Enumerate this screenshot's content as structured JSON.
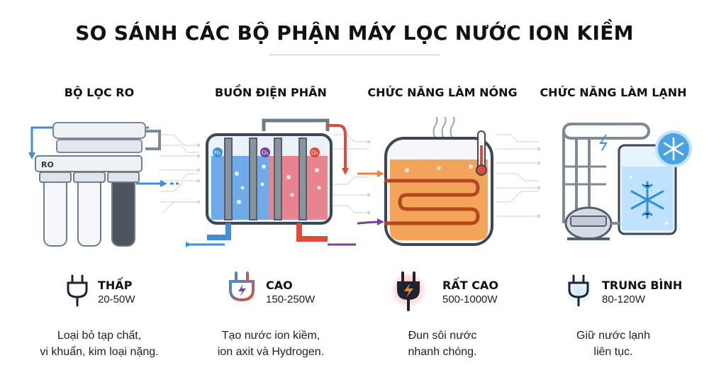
{
  "title": "SO SÁNH CÁC BỘ PHẬN MÁY LỌC NƯỚC ION KIỀM",
  "components": [
    {
      "heading": "BỘ LỌC RO",
      "label": "RO",
      "level": "THẤP",
      "range": "20-50W",
      "desc_line1": "Loại bỏ tạp chất,",
      "desc_line2": "vi khuẩn, kim loại nặng.",
      "icon": "power-plug-icon"
    },
    {
      "heading": "BUỒN ĐIỆN PHÂN",
      "level": "CAO",
      "range": "150-250W",
      "desc_line1": "Tạo nước ion kiềm,",
      "desc_line2": "ion axit và Hydrogen.",
      "icon": "power-plug-lightning-icon",
      "electrode_labels": [
        "H₂",
        "O₂",
        "O₂"
      ]
    },
    {
      "heading": "CHỨC NĂNG LÀM NÓNG",
      "level": "RẤT CAO",
      "range": "500-1000W",
      "desc_line1": "Đun sôi nước",
      "desc_line2": "nhanh chóng.",
      "icon": "power-plug-lightning-glow-icon"
    },
    {
      "heading": "CHỨC NĂNG LÀM LẠNH",
      "level": "TRUNG BÌNH",
      "range": "80-120W",
      "desc_line1": "Giữ nước lạnh",
      "desc_line2": "liên tục.",
      "icon": "power-plug-icon"
    }
  ],
  "colors": {
    "text": "#111111",
    "blue": "#3c8fd8",
    "red": "#e04a3a",
    "purple": "#7b3fa0",
    "heat_orange": "#e8873a",
    "glow_red": "#ff3b30",
    "glow_blue": "#bfe3ff",
    "circuit": "#cfd5db"
  }
}
